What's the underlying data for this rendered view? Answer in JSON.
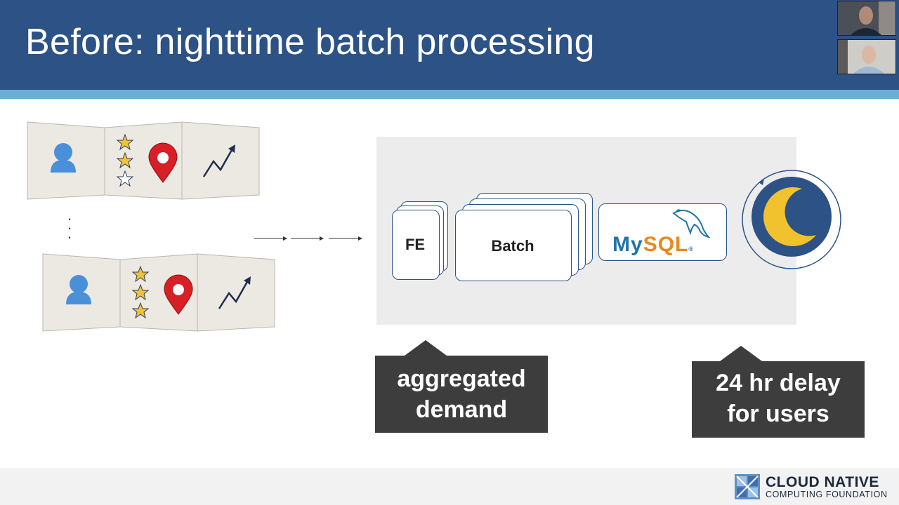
{
  "slide": {
    "title": "Before: nighttime batch processing"
  },
  "pipeline": {
    "fe_label": "FE",
    "batch_label": "Batch",
    "mysql_my": "My",
    "mysql_sql": "SQL",
    "mysql_reg": "®"
  },
  "callouts": {
    "demand_line1": "aggregated",
    "demand_line2": "demand",
    "delay_line1": "24 hr delay",
    "delay_line2": "for users"
  },
  "footer": {
    "org_line1": "CLOUD NATIVE",
    "org_line2": "COMPUTING FOUNDATION"
  },
  "icons": [
    "user-icon",
    "star-icon",
    "map-pin-icon",
    "trend-arrow-icon",
    "moon-icon",
    "dolphin-icon"
  ],
  "colors": {
    "header": "#2c5286",
    "stripe": "#6aaed6",
    "callout": "#3d3d3d",
    "star": "#f0c23a",
    "pin": "#d81f26",
    "moon_bg": "#2c5286",
    "moon": "#f2c12e"
  }
}
